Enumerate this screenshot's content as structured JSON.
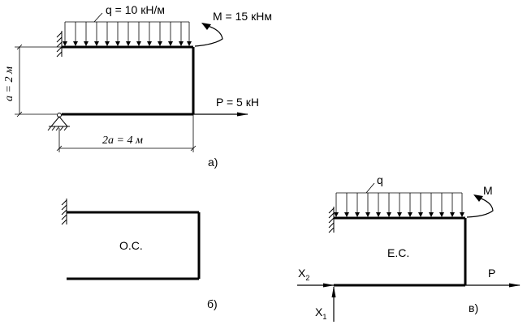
{
  "diagram_a": {
    "load_q": "q = 10 кН/м",
    "moment_M": "M = 15 кНм",
    "force_P": "P = 5 кН",
    "height_dim": "a = 2 м",
    "width_dim": "2a = 4 м",
    "caption": "а)"
  },
  "diagram_b": {
    "label": "О.С.",
    "caption": "б)"
  },
  "diagram_c": {
    "load_q": "q",
    "moment_M": "M",
    "force_P": "P",
    "label": "Е.С.",
    "x2_main": "X",
    "x2_sub": "2",
    "x1_main": "X",
    "x1_sub": "1",
    "caption": "в)"
  }
}
